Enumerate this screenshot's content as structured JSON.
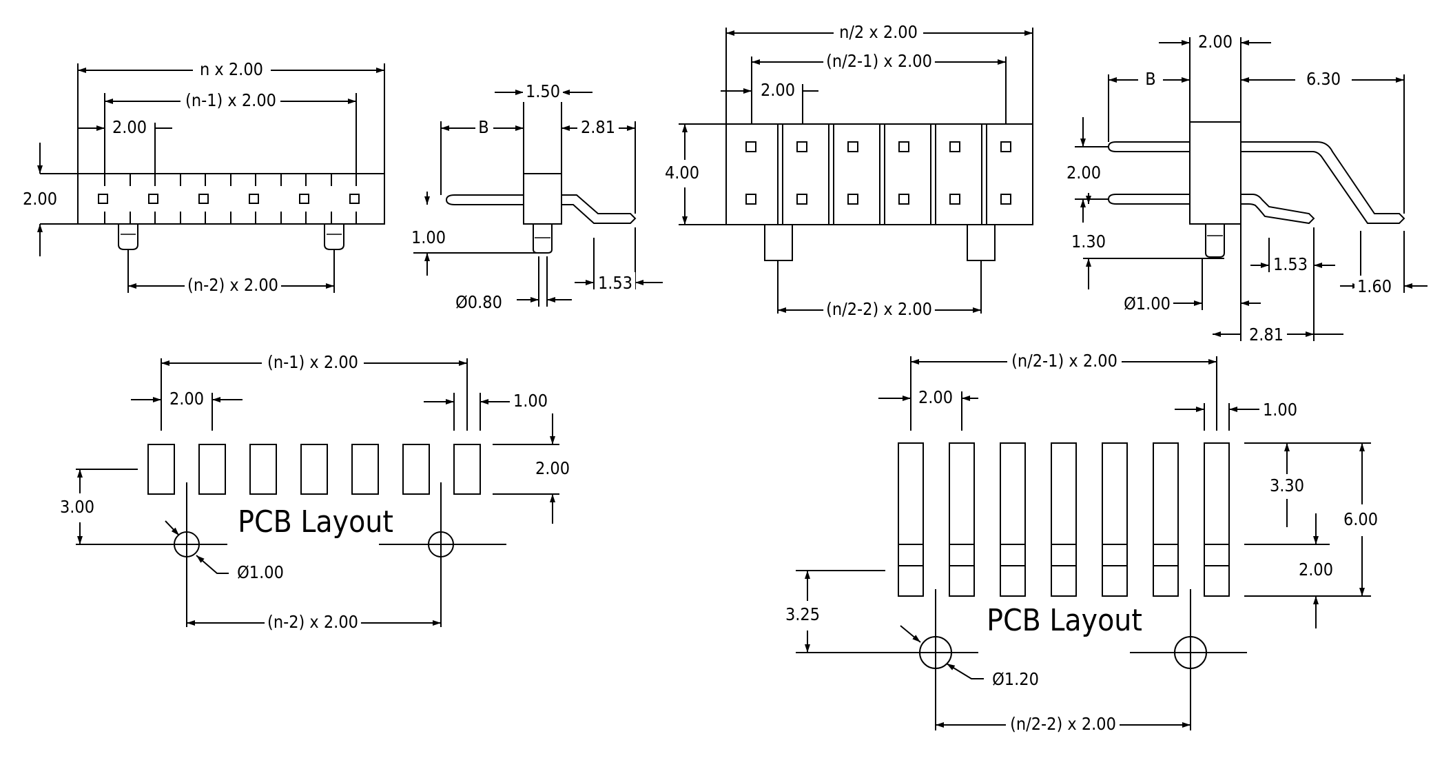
{
  "dims": {
    "v1_total": "n x 2.00",
    "v1_span": "(n-1) x 2.00",
    "v1_pitch": "2.00",
    "v1_height": "2.00",
    "v1_post_span": "(n-2) x 2.00",
    "v2_pin_width": "1.50",
    "v2_b": "B",
    "v2_tail": "2.81",
    "v2_pin_h": "1.00",
    "v2_post_dia": "Ø0.80",
    "v2_tail_off": "1.53",
    "v3_total": "n/2 x 2.00",
    "v3_span": "(n/2-1) x 2.00",
    "v3_pitch": "2.00",
    "v3_height": "4.00",
    "v3_post_span": "(n/2-2) x 2.00",
    "v4_pitch": "2.00",
    "v4_b": "B",
    "v4_tail": "6.30",
    "v4_row": "2.00",
    "v4_pin_h": "1.30",
    "v4_off": "1.53",
    "v4_tail_w": "1.60",
    "v4_post_dia": "Ø1.00",
    "v4_tail2": "2.81",
    "p1_span": "(n-1) x 2.00",
    "p1_pitch": "2.00",
    "p1_pad_w": "1.00",
    "p1_pad_h": "2.00",
    "p1_offset": "3.00",
    "p1_hole": "Ø1.00",
    "p1_post_span": "(n-2) x 2.00",
    "p2_span": "(n/2-1) x 2.00",
    "p2_pitch": "2.00",
    "p2_pad_w": "1.00",
    "p2_row": "3.30",
    "p2_height": "6.00",
    "p2_pad_h": "2.00",
    "p2_offset": "3.25",
    "p2_hole": "Ø1.20",
    "p2_post_span": "(n/2-2) x 2.00"
  },
  "labels": {
    "pcb1": "PCB Layout",
    "pcb2": "PCB Layout"
  }
}
